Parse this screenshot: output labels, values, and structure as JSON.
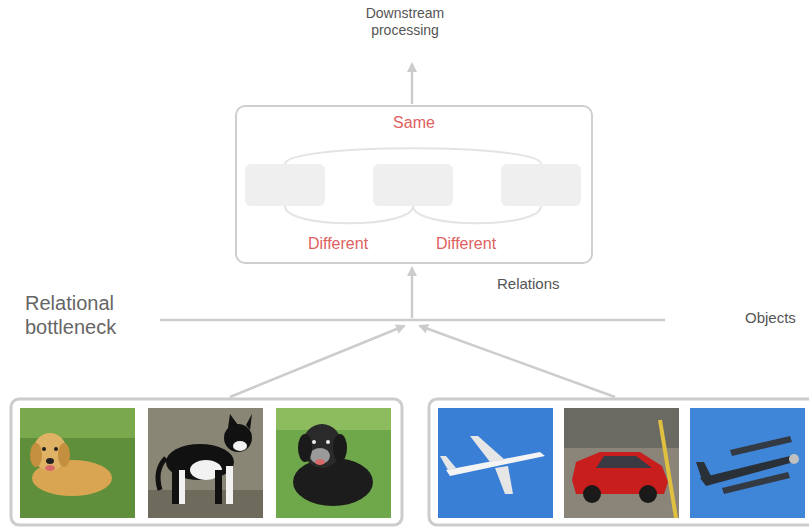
{
  "diagram": {
    "nodes": [
      {
        "text": [
          "Same",
          "Different",
          "Different"
        ]
      }
    ],
    "labels": [
      "Downstream processing",
      "Relations",
      "Relational bottleneck",
      "Objects"
    ]
  }
}
